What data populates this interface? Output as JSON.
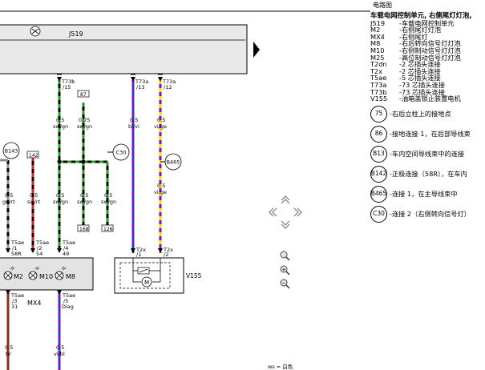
{
  "header": {
    "title": "电路图"
  },
  "legend": {
    "title": "车载电网控制单元, 右侧尾灯灯泡,",
    "items": [
      {
        "code": "J519",
        "desc": "-车载电网控制单元"
      },
      {
        "code": "M2",
        "desc": "-右侧尾灯灯泡"
      },
      {
        "code": "MX4",
        "desc": "-右侧尾灯"
      },
      {
        "code": "M8",
        "desc": "-右后转向信号灯灯泡"
      },
      {
        "code": "M10",
        "desc": "-右侧制动信号灯灯泡"
      },
      {
        "code": "M25",
        "desc": "-高位制动信号灯灯泡"
      },
      {
        "code": "T2dn",
        "desc": "-2 芯插头连接"
      },
      {
        "code": "T2x",
        "desc": "-2 芯插头连接"
      },
      {
        "code": "T5ae",
        "desc": "-5 芯插头连接"
      },
      {
        "code": "T73a",
        "desc": "-73 芯插头连接"
      },
      {
        "code": "T73b",
        "desc": "-73 芯插头连接"
      },
      {
        "code": "V155",
        "desc": "-油箱盖锁止装置电机"
      }
    ],
    "circles": [
      {
        "code": "75",
        "desc": "-右后立柱上的接地点"
      },
      {
        "code": "86",
        "desc": "-接地连接 1，在后部导线束"
      },
      {
        "code": "B13",
        "desc": "-车内空间导线束中的连接"
      },
      {
        "code": "B142",
        "desc": "-正极连接（58R），在车内"
      },
      {
        "code": "B465",
        "desc": "-连接 1，在主导线束中"
      },
      {
        "code": "C30",
        "desc": "-连接 2（右侧转向信号灯）"
      }
    ]
  },
  "diagram": {
    "module_label": "J519",
    "connectors": {
      "t73b_15": [
        "T73b",
        "/15"
      ],
      "t73a_13": [
        "T73a",
        "/13"
      ],
      "t73a_12": [
        "T73a",
        "/12"
      ],
      "box_87": "87",
      "box_142": "142",
      "box_168": "168",
      "box_126": "126",
      "t5ae_1": [
        "T5ae",
        "/1",
        "58R"
      ],
      "t5ae_2": [
        "T5ae",
        "/2",
        "54"
      ],
      "t5ae_4": [
        "T5ae",
        "/4",
        "49"
      ],
      "t2x_1": [
        "T2x",
        "/1"
      ],
      "t2x_2": [
        "T2x",
        "/2"
      ],
      "t5ae_3": [
        "T5ae",
        "/3",
        "31"
      ],
      "t5ae_5": [
        "T5ae",
        "/5",
        "Diag"
      ]
    },
    "wires": {
      "w_top_sw_gn": [
        "0.5",
        "sw/gn"
      ],
      "w_top_87": [
        "0.75",
        "sw/gn"
      ],
      "w_bl_vi": [
        "0.5",
        "bl/vi"
      ],
      "w_vi_ge": [
        "0.5",
        "vi/ge"
      ],
      "w_vi_ge2": [
        "0.5",
        "vi/ge"
      ],
      "w_gn_rt": [
        "0.5",
        "gn/rt"
      ],
      "w_sw_rt": [
        "0.5",
        "sw/rt"
      ],
      "w_sw_gn_a": [
        "0.5",
        "sw/gn"
      ],
      "w_sw_gn_b": [
        "0.5",
        "sw/gn"
      ],
      "w_sw_gn_c": [
        "0.5",
        "sw/gn"
      ],
      "w_br": [
        "0.5",
        "br"
      ],
      "w_vi_bl": [
        "0.5",
        "vi/bl"
      ]
    },
    "nodes": {
      "b143": "B143",
      "c30": "C30",
      "b465": "B465"
    },
    "lamps": {
      "m2": "M2",
      "m10": "M10",
      "m8": "M8",
      "m_circle": "M"
    },
    "mx4": "MX4",
    "v155": "V155"
  },
  "nav": {
    "zoom_in": "+",
    "zoom_out": "−"
  },
  "footer": "ws = 白色"
}
